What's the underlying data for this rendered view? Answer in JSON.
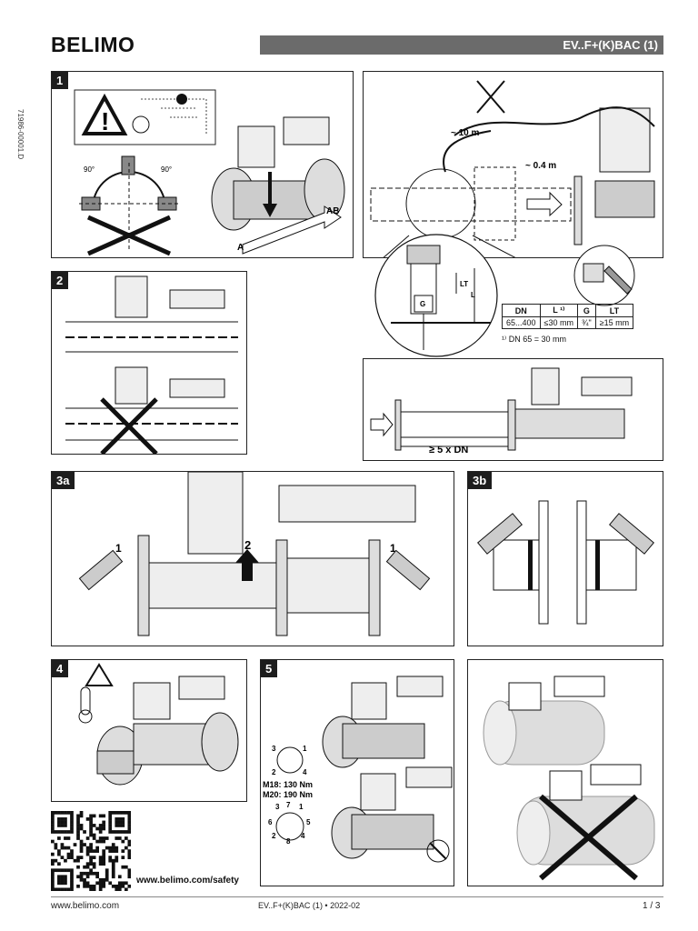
{
  "header": {
    "logo": "BELIMO",
    "title": "EV..F+(K)BAC (1)",
    "doc_id": "71986-00001.D"
  },
  "panels": {
    "p1": {
      "num": "1",
      "deg_left": "90°",
      "deg_right": "90°",
      "label_a": "A",
      "label_ab": "AB"
    },
    "p1b": {
      "cable_len": "~ 10 m",
      "sensor_len": "~ 0.4 m",
      "label_lt": "LT",
      "label_l": "L",
      "label_g": "G"
    },
    "p2": {
      "num": "2"
    },
    "p2b": {
      "straight_run": "≥ 5 x DN"
    },
    "p3a": {
      "num": "3a",
      "mark1_left": "1",
      "mark2": "2",
      "mark1_right": "1"
    },
    "p3b": {
      "num": "3b"
    },
    "p4": {
      "num": "4"
    },
    "p5": {
      "num": "5",
      "torque_m18": "M18: 130 Nm",
      "torque_m20": "M20: 190 Nm",
      "bolt4": [
        "3",
        "1",
        "2",
        "4"
      ],
      "bolt8": [
        "3",
        "7",
        "1",
        "6",
        "5",
        "2",
        "8",
        "4"
      ]
    }
  },
  "spec_table": {
    "headers": [
      "DN",
      "L ¹⁾",
      "G",
      "LT"
    ],
    "row": [
      "65...400",
      "≤30 mm",
      "¾\"",
      "≥15 mm"
    ],
    "footnote": "¹⁾ DN 65 = 30 mm"
  },
  "safety_url": "www.belimo.com/safety",
  "footer": {
    "website": "www.belimo.com",
    "center": "EV..F+(K)BAC (1) • 2022-02",
    "page": "1 / 3"
  }
}
